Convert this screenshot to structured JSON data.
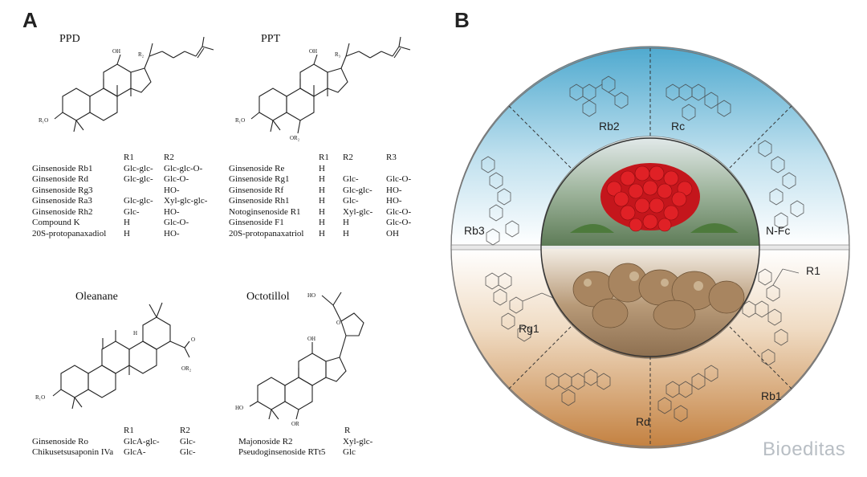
{
  "panel_a": {
    "letter": "A",
    "ppd": {
      "title": "PPD",
      "headers": [
        "R1",
        "R2"
      ],
      "rows": [
        [
          "Ginsenoside Rb1",
          "Glc-glc-",
          "Glc-glc-O-"
        ],
        [
          "Ginsenoside Rd",
          "Glc-glc-",
          "Glc-O-"
        ],
        [
          "Ginsenoside Rg3",
          "",
          "HO-"
        ],
        [
          "Ginsenoside Ra3",
          "Glc-glc-",
          "Xyl-glc-glc-"
        ],
        [
          "Ginsenoside Rh2",
          "Glc-",
          "HO-"
        ],
        [
          "Compound K",
          "H",
          "Glc-O-"
        ],
        [
          "20S-protopanaxadiol",
          "H",
          "HO-"
        ]
      ],
      "labels": {
        "r1": "R₁O",
        "r2": "R₂",
        "oh": "OH"
      }
    },
    "ppt": {
      "title": "PPT",
      "headers": [
        "R1",
        "R2",
        "R3"
      ],
      "rows": [
        [
          "Ginsenoside Re",
          "H",
          "",
          ""
        ],
        [
          "Ginsenoside Rg1",
          "H",
          "Glc-",
          "Glc-O-"
        ],
        [
          "Ginsenoside Rf",
          "H",
          "Glc-glc-",
          "HO-"
        ],
        [
          "Ginsenoside Rh1",
          "H",
          "Glc-",
          "HO-"
        ],
        [
          "Notoginsenoside R1",
          "H",
          "Xyl-glc-",
          "Glc-O-"
        ],
        [
          "Ginsenoside F1",
          "H",
          "H",
          "Glc-O-"
        ],
        [
          "20S-protopanaxatriol",
          "H",
          "H",
          "OH"
        ]
      ],
      "labels": {
        "r1": "R₁O",
        "r2": "OR₂",
        "r3": "R₃",
        "oh": "OH"
      }
    },
    "oleanane": {
      "title": "Oleanane",
      "headers": [
        "R1",
        "R2"
      ],
      "rows": [
        [
          "Ginsenoside Ro",
          "GlcA-glc-",
          "Glc-"
        ],
        [
          "Chikusetsusaponin IVa",
          "GlcA-",
          "Glc-"
        ]
      ],
      "labels": {
        "r1": "R₁O",
        "r2": "OR₂",
        "h": "H",
        "o": "O"
      }
    },
    "octotillol": {
      "title": "Octotillol",
      "headers": [
        "R"
      ],
      "rows": [
        [
          "Majonoside R2",
          "Xyl-glc-"
        ],
        [
          "Pseudoginsenoside RTt5",
          "Glc"
        ]
      ],
      "labels": {
        "ho": "HO",
        "oh": "OH",
        "or": "OR",
        "o": "O"
      }
    }
  },
  "panel_b": {
    "letter": "B",
    "segments_top": [
      "Rb2",
      "Rc",
      "Rb3",
      "N-Fc"
    ],
    "segments_bottom": [
      "Rg1",
      "R1",
      "Rb1",
      "Rd"
    ],
    "colors": {
      "top_ring": "#5aaed0",
      "bottom_ring": "#c98a4e",
      "divider": "#888888"
    },
    "images": {
      "top": "ginseng-berries",
      "bottom": "dried-ginseng-root"
    }
  },
  "watermark": "Bioeditas"
}
